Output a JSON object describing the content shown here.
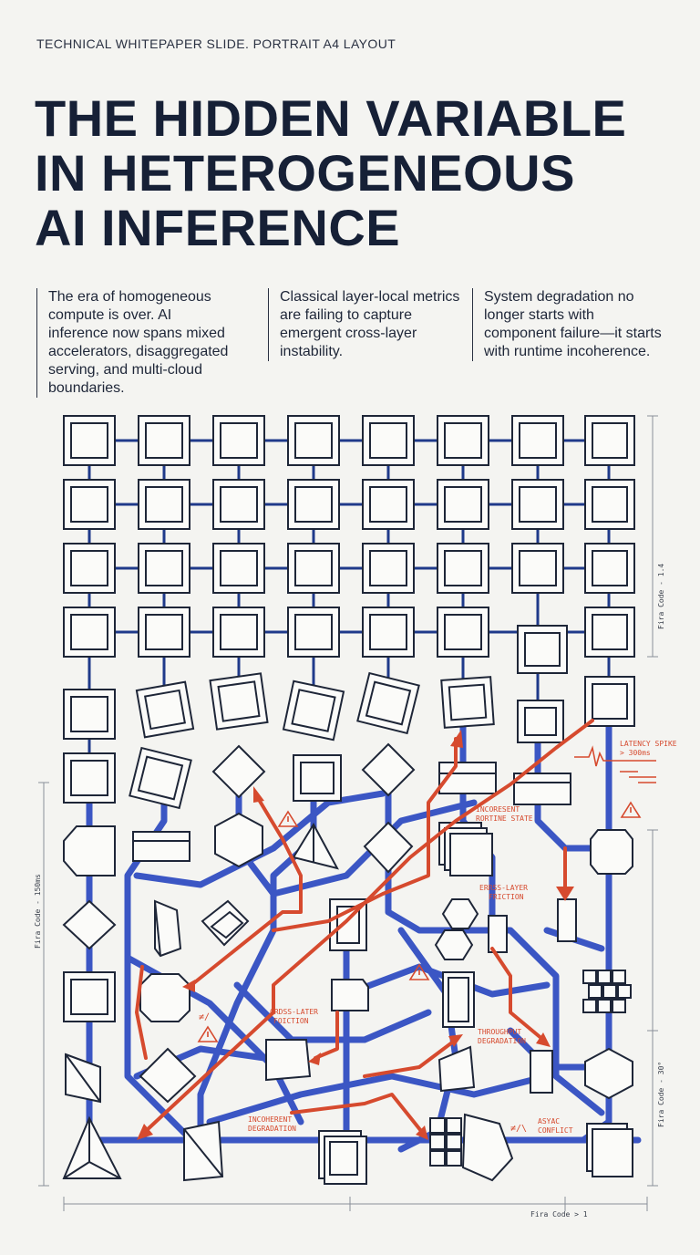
{
  "header": {
    "eyebrow": "TECHNICAL WHITEPAPER SLIDE. PORTRAIT A4 LAYOUT",
    "title_lines": [
      "THE HIDDEN VARIABLE",
      "IN HETEROGENEOUS",
      "AI INFERENCE"
    ]
  },
  "columns": [
    {
      "text": "The era of homogeneous compute is over. AI inference now spans mixed accelerators, disaggregated serving, and multi-cloud boundaries."
    },
    {
      "text": "Classical layer-local metrics are failing to capture emergent cross-layer instability."
    },
    {
      "text": "System degradation no longer starts with component failure—it starts with runtime incoherence."
    }
  ],
  "diagram": {
    "annotations": {
      "latency_spike_1": "LATENCY SPIKE",
      "latency_spike_2": "> 300ms",
      "incoherent_state_1": "INCORESENT",
      "incoherent_state_2": "RORTINE STATE",
      "cross_layer_1_a": "ERRSS-LAYER",
      "cross_layer_1_b": "FRICTION",
      "cross_layer_2_a": "CRDSS-LATER",
      "cross_layer_2_b": "FOICTION",
      "throughput_a": "THROUGHPUT",
      "throughput_b": "DEGRADATION",
      "incoherent_deg_a": "INCOHERENT",
      "incoherent_deg_b": "DEGRADATION",
      "async_a": "ASYAC",
      "async_b": "CONFLICT",
      "friction_glyph_1": "≠∕",
      "friction_glyph_2": "≠/\\"
    },
    "scales": {
      "right_top": "Fira Code - 1.4",
      "right_bottom": "Fira Code - 30°",
      "left": "Fira Code - 150ms",
      "bottom": "Fira Code > 1"
    },
    "colors": {
      "blue": "#3b56c4",
      "red": "#d64a2e",
      "ink": "#1e2638"
    }
  }
}
